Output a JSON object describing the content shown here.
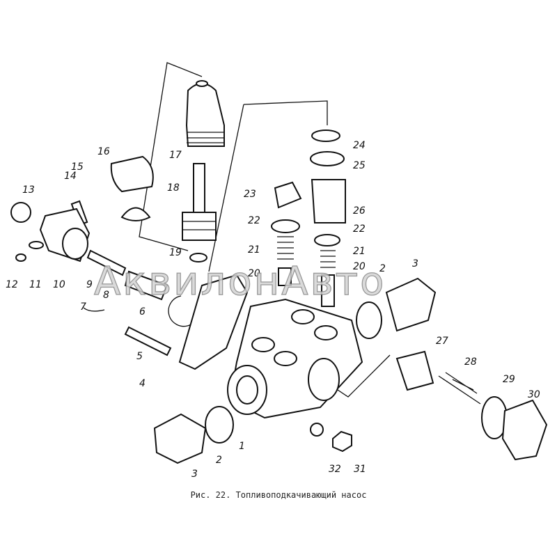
{
  "caption": "Рис. 22. Топливоподкачивающий насос",
  "watermark": "АквилонАвто",
  "labels": [
    "1",
    "2",
    "3",
    "4",
    "5",
    "6",
    "7",
    "8",
    "9",
    "10",
    "11",
    "12",
    "13",
    "14",
    "15",
    "16",
    "17",
    "18",
    "19",
    "20",
    "20",
    "21",
    "21",
    "22",
    "22",
    "23",
    "24",
    "25",
    "26",
    "27",
    "28",
    "29",
    "30",
    "31",
    "32",
    "2",
    "3"
  ]
}
